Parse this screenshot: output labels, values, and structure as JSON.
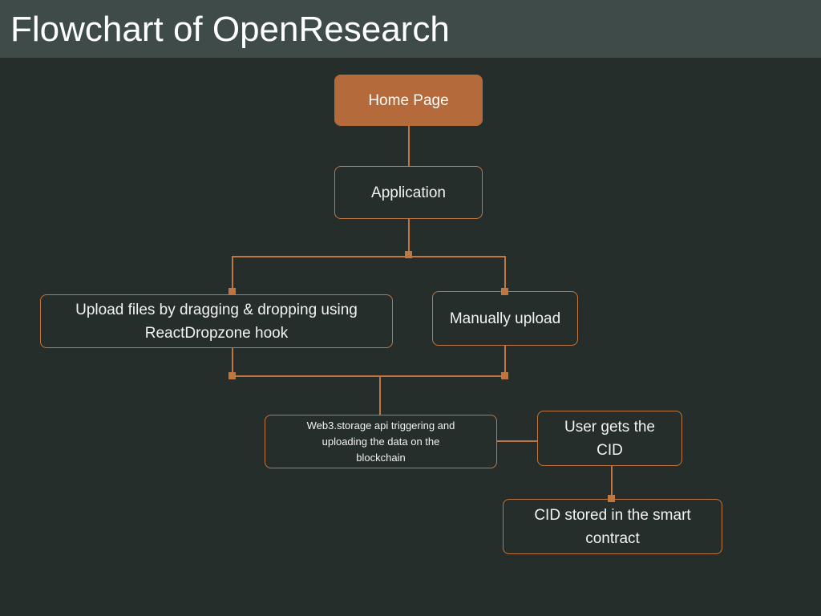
{
  "header": {
    "title": "Flowchart of OpenResearch",
    "background_color": "#3f4b49",
    "text_color": "#ffffff"
  },
  "canvas": {
    "background_color": "#262e2c",
    "accent_color": "#c2763f",
    "node_fill_color": "#b56a3c",
    "node_text_color": "#f2f2f2"
  },
  "chart_data": {
    "type": "diagram",
    "title": "Flowchart of OpenResearch",
    "nodes": [
      {
        "id": "home-page",
        "label": "Home Page",
        "style": "filled"
      },
      {
        "id": "application",
        "label": "Application",
        "style": "outlined"
      },
      {
        "id": "upload-dragdrop",
        "label": "Upload files by dragging & dropping using ReactDropzone hook",
        "style": "outlined"
      },
      {
        "id": "manual-upload",
        "label": "Manually upload",
        "style": "outlined"
      },
      {
        "id": "web3-storage",
        "label": "Web3.storage api triggering and uploading the data on the blockchain",
        "style": "outlined"
      },
      {
        "id": "user-cid",
        "label": "User gets the CID",
        "style": "outlined"
      },
      {
        "id": "smart-contract",
        "label": "CID stored in the smart contract",
        "style": "outlined"
      }
    ],
    "edges": [
      {
        "from": "home-page",
        "to": "application"
      },
      {
        "from": "application",
        "to": "upload-dragdrop"
      },
      {
        "from": "application",
        "to": "manual-upload"
      },
      {
        "from": "upload-dragdrop",
        "to": "web3-storage"
      },
      {
        "from": "manual-upload",
        "to": "web3-storage"
      },
      {
        "from": "web3-storage",
        "to": "user-cid"
      },
      {
        "from": "user-cid",
        "to": "smart-contract"
      }
    ]
  },
  "nodes": {
    "home_page": {
      "label": "Home Page"
    },
    "application": {
      "label": "Application"
    },
    "upload_dragdrop": {
      "line1": "Upload files by dragging & dropping using",
      "line2": "ReactDropzone hook"
    },
    "manual_upload": {
      "label": "Manually upload"
    },
    "web3_storage": {
      "line1": "Web3.storage api triggering and",
      "line2": "uploading the data on the",
      "line3": "blockchain"
    },
    "user_cid": {
      "line1": "User gets the",
      "line2": "CID"
    },
    "smart_contract": {
      "line1": "CID stored in the smart",
      "line2": "contract"
    }
  }
}
